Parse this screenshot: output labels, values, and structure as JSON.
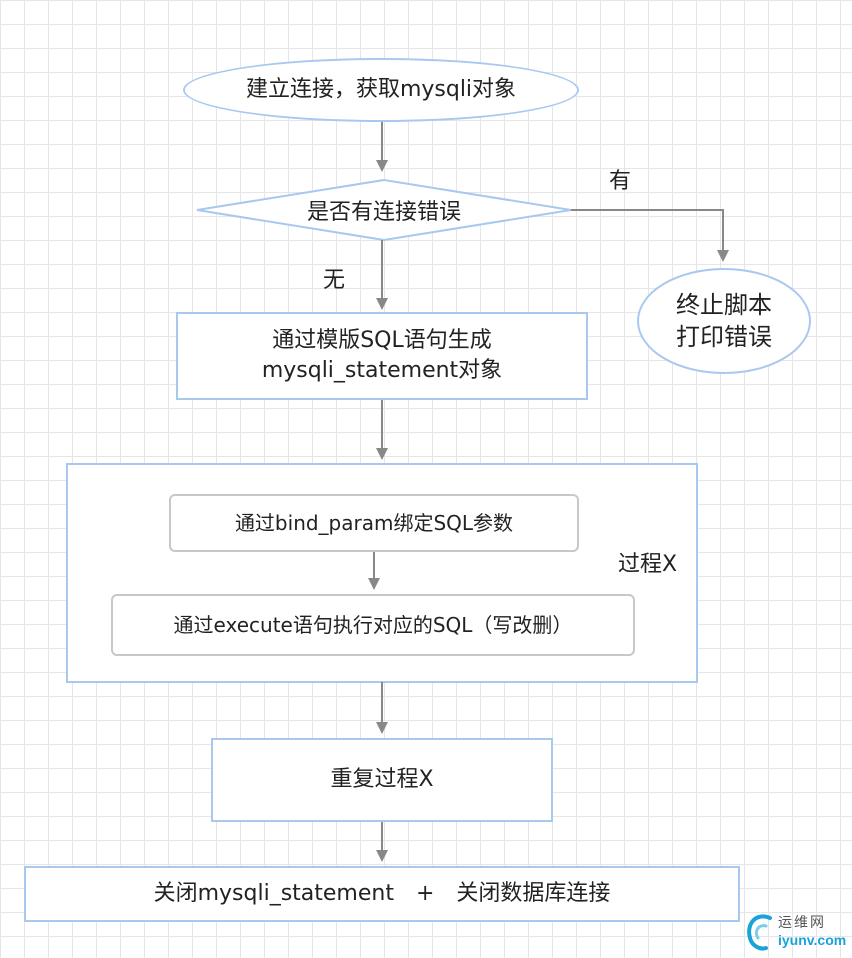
{
  "nodes": {
    "start": "建立连接，获取mysqli对象",
    "decision": "是否有连接错误",
    "error_line1": "终止脚本",
    "error_line2": "打印错误",
    "prepare_line1": "通过模版SQL语句生成",
    "prepare_line2": "mysqli_statement对象",
    "bind": "通过bind_param绑定SQL参数",
    "execute": "通过execute语句执行对应的SQL（写改删）",
    "repeat": "重复过程X",
    "close": "关闭mysqli_statement　+　关闭数据库连接"
  },
  "labels": {
    "yes": "有",
    "no": "无",
    "process_x": "过程X"
  },
  "watermark": {
    "name_cn": "运维网",
    "domain": "iyunv.com"
  },
  "colors": {
    "blue_border": "#a9c8f0",
    "gray_border": "#c8c8c8",
    "arrow": "#888888",
    "grid": "#e6e6e6"
  }
}
